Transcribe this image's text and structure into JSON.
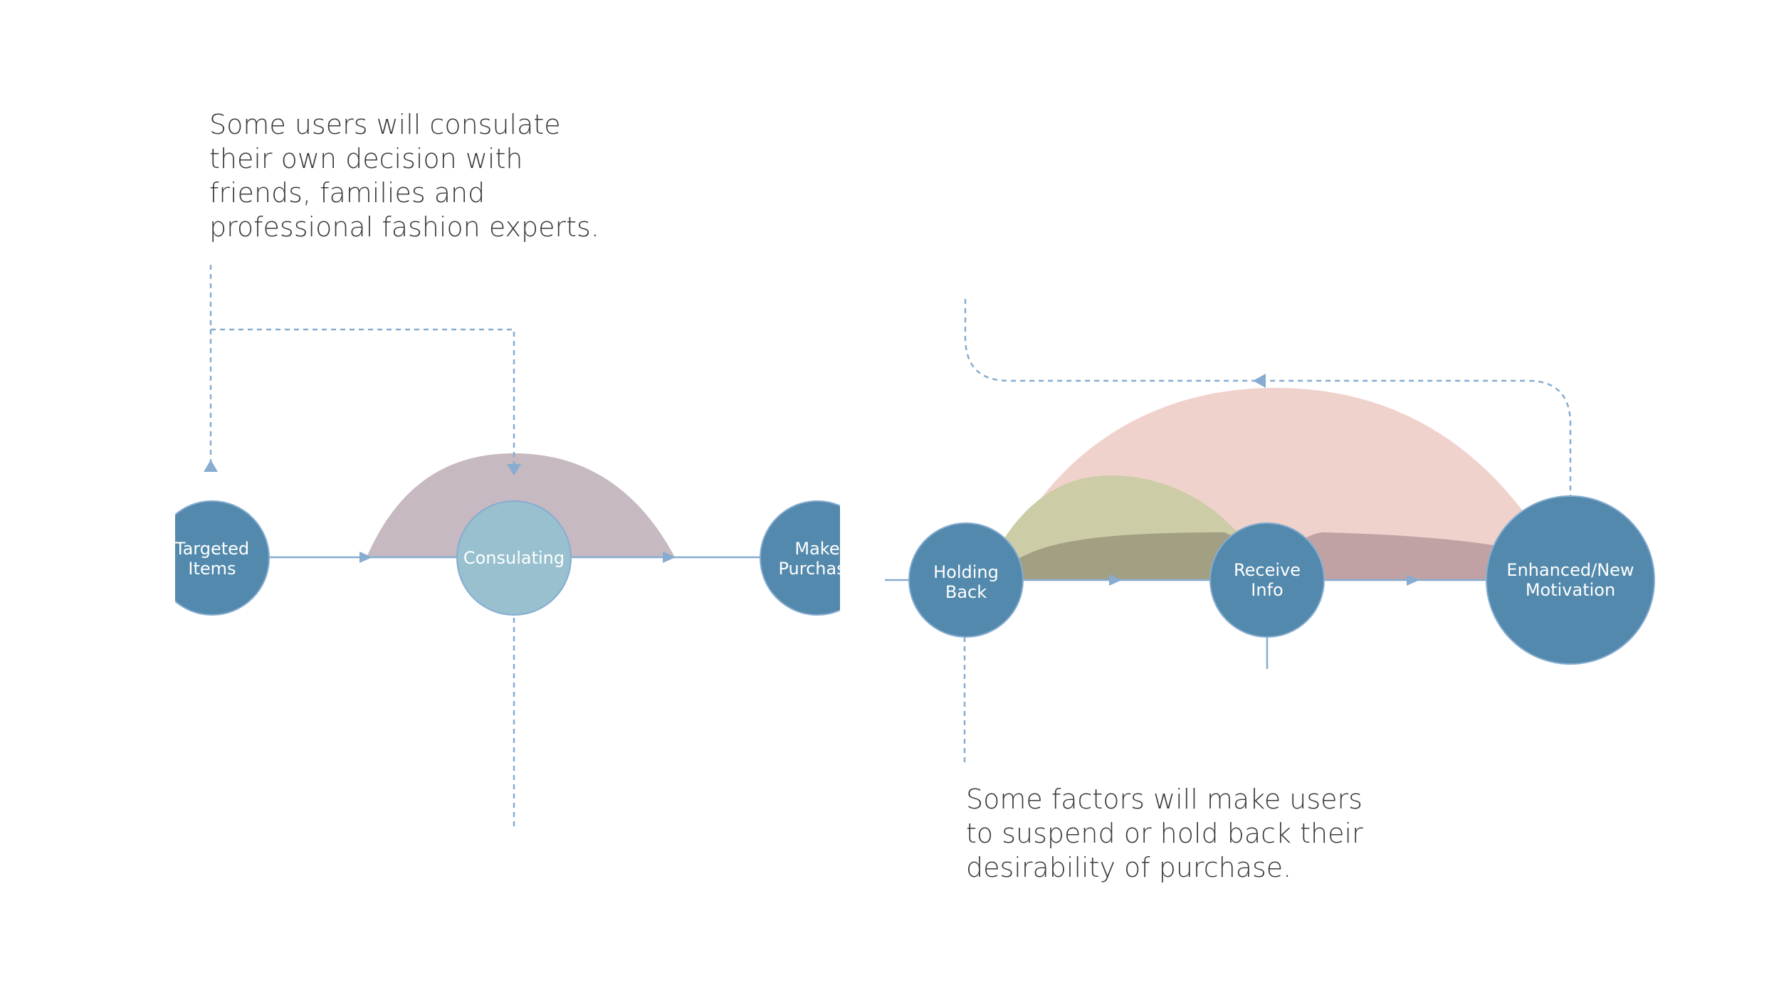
{
  "callouts": {
    "left": {
      "lines": [
        "Some users will consulate",
        "their own decision with",
        "friends, families and",
        "professional fashion experts."
      ]
    },
    "right": {
      "lines": [
        "Some factors will make users",
        "to suspend or hold back their",
        "desirability of purchase."
      ]
    }
  },
  "nodes": {
    "targeted_items": [
      "Targeted",
      "Items"
    ],
    "consulting": [
      "Consulating"
    ],
    "make_purchase": [
      "Make",
      "Purchase"
    ],
    "holding_back": [
      "Holding",
      "Back"
    ],
    "receive_info": [
      "Receive",
      "Info"
    ],
    "enhanced_motivation": [
      "Enhanced/New",
      "Motivation"
    ]
  },
  "colors": {
    "node_dark": "#5389ac",
    "node_light": "#98c0cf",
    "connector": "#87acd0",
    "arc_mauve": "#c6b9c1",
    "arc_pink": "#f0d2cc",
    "arc_olive": "#ccccA6",
    "arc_dark_olive": "#a39f82",
    "arc_dusty_rose": "#c0a2a5",
    "text": "#3a3a3a"
  }
}
